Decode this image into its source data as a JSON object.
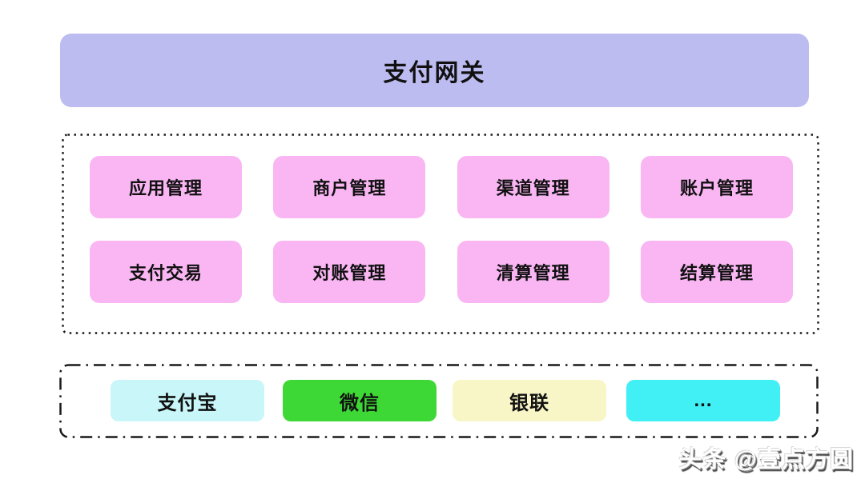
{
  "diagram": {
    "gateway": {
      "title": "支付网关",
      "bg_color": "#bdbcf1"
    },
    "modules": {
      "box_color": "#f9b6f3",
      "items": [
        {
          "label": "应用管理"
        },
        {
          "label": "商户管理"
        },
        {
          "label": "渠道管理"
        },
        {
          "label": "账户管理"
        },
        {
          "label": "支付交易"
        },
        {
          "label": "对账管理"
        },
        {
          "label": "清算管理"
        },
        {
          "label": "结算管理"
        }
      ]
    },
    "channels": {
      "items": [
        {
          "label": "支付宝",
          "color": "#c9f6f8"
        },
        {
          "label": "微信",
          "color": "#3ed836"
        },
        {
          "label": "银联",
          "color": "#f8f6c6"
        },
        {
          "label": "...",
          "color": "#40f0f5"
        }
      ]
    },
    "border_color": "#1a1a1a"
  },
  "watermark": {
    "text": "头条 @壹点方圆"
  }
}
